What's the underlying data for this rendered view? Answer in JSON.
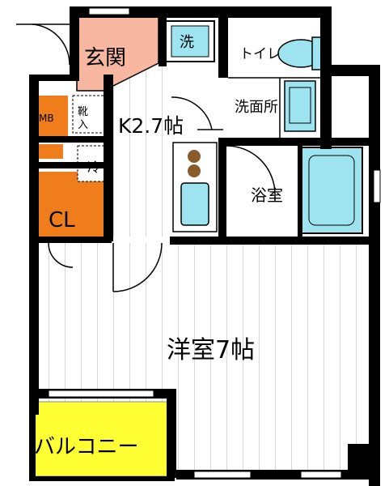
{
  "rooms": {
    "entrance": "玄関",
    "mb": "MB",
    "shoe": "靴入",
    "fridge": "冷",
    "closet": "CL",
    "kitchen": "K2.7帖",
    "washer": "洗",
    "toilet": "トイレ",
    "washroom": "洗面所",
    "bath": "浴室",
    "western": "洋室7帖",
    "balcony": "バルコニー"
  },
  "colors": {
    "wall": "#000000",
    "entrance_fill": "#f7b7a0",
    "closet_fill": "#f07d1c",
    "balcony_fill": "#ffff33",
    "fixture_fill": "#9ee4f0",
    "floor_line": "#bbbbbb",
    "burner": "#8b5a2b"
  }
}
